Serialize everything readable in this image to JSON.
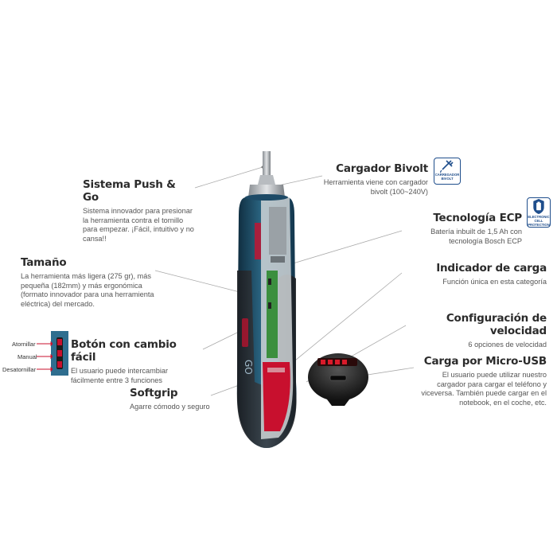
{
  "callouts": {
    "push_go": {
      "title": "Sistema Push & Go",
      "text": "Sistema innovador para presionar la herramienta contra el tornillo para empezar. ¡Fácil, intuitivo y no cansa!!"
    },
    "tamano": {
      "title": "Tamaño",
      "text": "La herramienta más ligera (275 gr), más pequeña (182mm) y más ergonómica (formato innovador para una herramienta eléctrica) del mercado."
    },
    "boton": {
      "title": "Botón con cambio fácil",
      "text": "El usuario puede intercambiar fácilmente entre 3 funciones"
    },
    "softgrip": {
      "title": "Softgrip",
      "text": "Agarre cómodo y seguro"
    },
    "cargador": {
      "title": "Cargador Bivolt",
      "text": "Herramienta viene con cargador bivolt (100~240V)"
    },
    "ecp": {
      "title": "Tecnología ECP",
      "text": "Batería inbuilt de 1,5 Ah con tecnología Bosch ECP"
    },
    "indicador": {
      "title": "Indicador de carga",
      "text": "Función única en esta categoría"
    },
    "velocidad": {
      "title": "Configuración de velocidad",
      "text": "6 opciones de velocidad"
    },
    "usb": {
      "title": "Carga por Micro-USB",
      "text": "El usuario puede utilizar nuestro cargador para cargar el teléfono y viceversa. También puede cargar en el notebook, en el coche, etc."
    }
  },
  "switch_labels": {
    "atornillar": "Atornillar",
    "manual": "Manual",
    "desatornillar": "Desatornillar"
  },
  "badges": {
    "cargador": "CARREGADOR BIVOLT",
    "ecp": "ELECTRONIC CELL PROTECTION"
  },
  "colors": {
    "body_blue": "#1e4a66",
    "handle_dark": "#2a2e33",
    "accent_red": "#c8102e",
    "board_green": "#3b8f3e",
    "badge_blue": "#1f4e8c"
  }
}
